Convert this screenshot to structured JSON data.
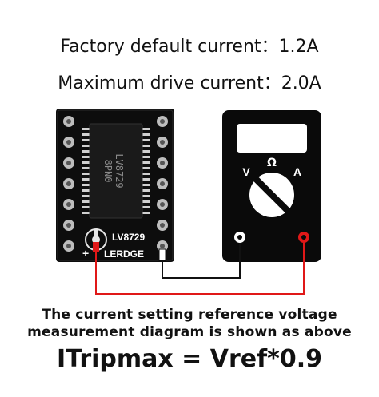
{
  "header": {
    "default_current": "Factory default current：1.2A",
    "max_current": "Maximum drive current：2.0A"
  },
  "board": {
    "chip_line1": "LV8729",
    "chip_line2": "8PN0",
    "label_model": "LV8729",
    "label_brand": "LERDGE",
    "plus_sign": "+"
  },
  "multimeter": {
    "label_v": "V",
    "label_ohm": "Ω",
    "label_a": "A"
  },
  "caption": {
    "line1": "The current setting reference voltage",
    "line2": "measurement diagram is shown as above",
    "formula": "ITripmax = Vref*0.9"
  },
  "colors": {
    "board": "#0d0d0d",
    "pin": "#bdbdbd",
    "probe_red": "#e01818",
    "probe_black": "#111111",
    "meter_body": "#0a0a0a"
  }
}
